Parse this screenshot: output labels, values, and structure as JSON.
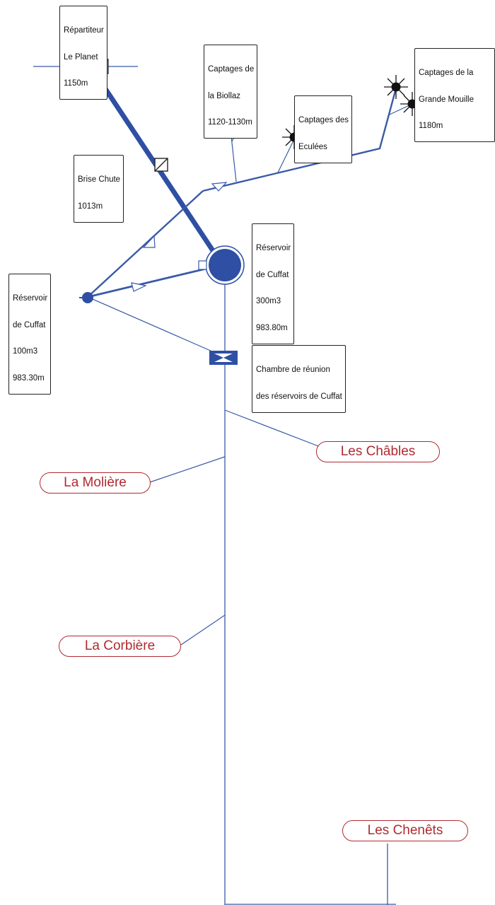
{
  "colors": {
    "pipe": "#2e4fa3",
    "pipe_thin": "#3a5aa8",
    "village_border": "#b02a30",
    "village_text": "#b02a30",
    "label_border": "#222222",
    "spring": "#111111"
  },
  "labels": {
    "repartiteur": [
      "Répartiteur",
      "Le Planet",
      "1150m"
    ],
    "biollaz": [
      "Captages de",
      "la Biollaz",
      "1120-1130m"
    ],
    "grande_mouille": [
      "Captages de la",
      "Grande Mouille",
      "1180m"
    ],
    "eculees": [
      "Captages des",
      "Eculées"
    ],
    "brise_chute": [
      "Brise Chute",
      "1013m"
    ],
    "reservoir_300": [
      "Réservoir",
      "de Cuffat",
      "300m3",
      "983.80m"
    ],
    "reservoir_100": [
      "Réservoir",
      "de Cuffat",
      "100m3",
      "983.30m"
    ],
    "chambre": [
      "Chambre de réunion",
      "des réservoirs de Cuffat"
    ]
  },
  "villages": {
    "chables": "Les Châbles",
    "moliere": "La Molière",
    "corbiere": "La Corbière",
    "chenets": "Les Chenêts"
  }
}
